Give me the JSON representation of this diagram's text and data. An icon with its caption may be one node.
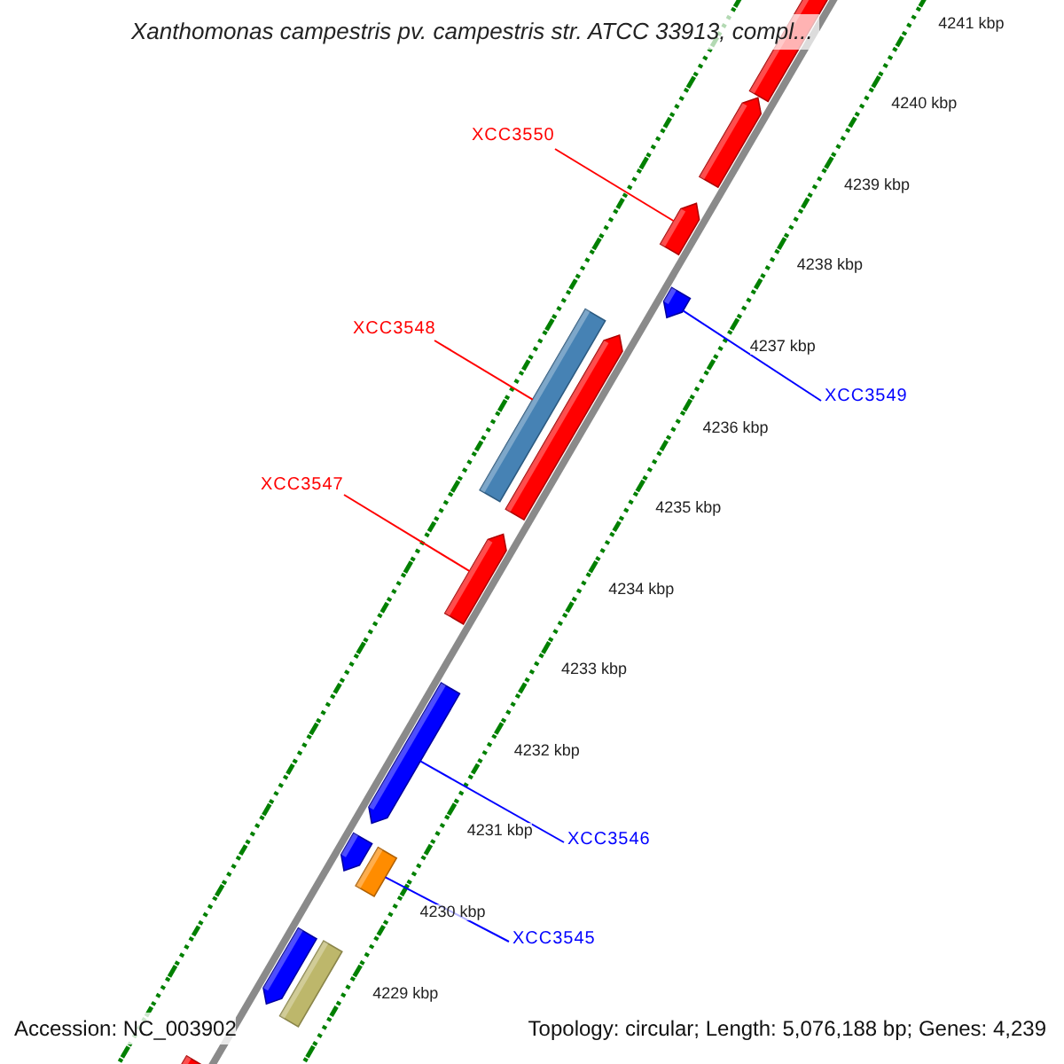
{
  "diagram": {
    "title": "Xanthomonas campestris pv. campestris str. ATCC 33913, compl...",
    "nodes": [
      {
        "text": [
          "XCC3550"
        ]
      },
      {
        "text": [
          "XCC3548"
        ]
      },
      {
        "text": [
          "XCC3547"
        ]
      },
      {
        "text": [
          "XCC3549"
        ]
      },
      {
        "text": [
          "XCC3546"
        ]
      },
      {
        "text": [
          "XCC3545"
        ]
      },
      {
        "text": [],
        "shape": "bar"
      },
      {
        "text": [],
        "shape": "bar"
      },
      {
        "text": [],
        "shape": "bar"
      },
      {
        "text": [],
        "shape": "bar"
      },
      {
        "text": [],
        "shape": "bar"
      },
      {
        "text": [],
        "shape": "bar"
      },
      {
        "text": [],
        "shape": "bar"
      },
      {
        "text": [],
        "shape": "bar"
      },
      {
        "text": [],
        "shape": "bar"
      },
      {
        "text": [],
        "shape": "bar"
      },
      {
        "text": [],
        "shape": "bar"
      },
      {
        "text": [],
        "shape": "bar"
      },
      {
        "text": [],
        "shape": "bar"
      }
    ],
    "edges": [
      {
        "from": 0,
        "to": 8,
        "arrow": "none",
        "color": "#ff0000"
      },
      {
        "from": 1,
        "to": 10,
        "arrow": "none",
        "color": "#ff0000"
      },
      {
        "from": 2,
        "to": 12,
        "arrow": "none",
        "color": "#ff0000"
      },
      {
        "from": 3,
        "to": 9,
        "arrow": "none",
        "color": "#0000ff"
      },
      {
        "from": 4,
        "to": 13,
        "arrow": "none",
        "color": "#0000ff"
      },
      {
        "from": 5,
        "to": 15,
        "arrow": "none",
        "color": "#0000ff"
      }
    ],
    "labels": [
      "4241 kbp",
      "4240 kbp",
      "4239 kbp",
      "4238 kbp",
      "4237 kbp",
      "4236 kbp",
      "4235 kbp",
      "4234 kbp",
      "4233 kbp",
      "4232 kbp",
      "4231 kbp",
      "4230 kbp",
      "4229 kbp",
      "Accession: NC_003902",
      "Topology: circular; Length: 5,076,188 bp; Genes: 4,239"
    ]
  }
}
